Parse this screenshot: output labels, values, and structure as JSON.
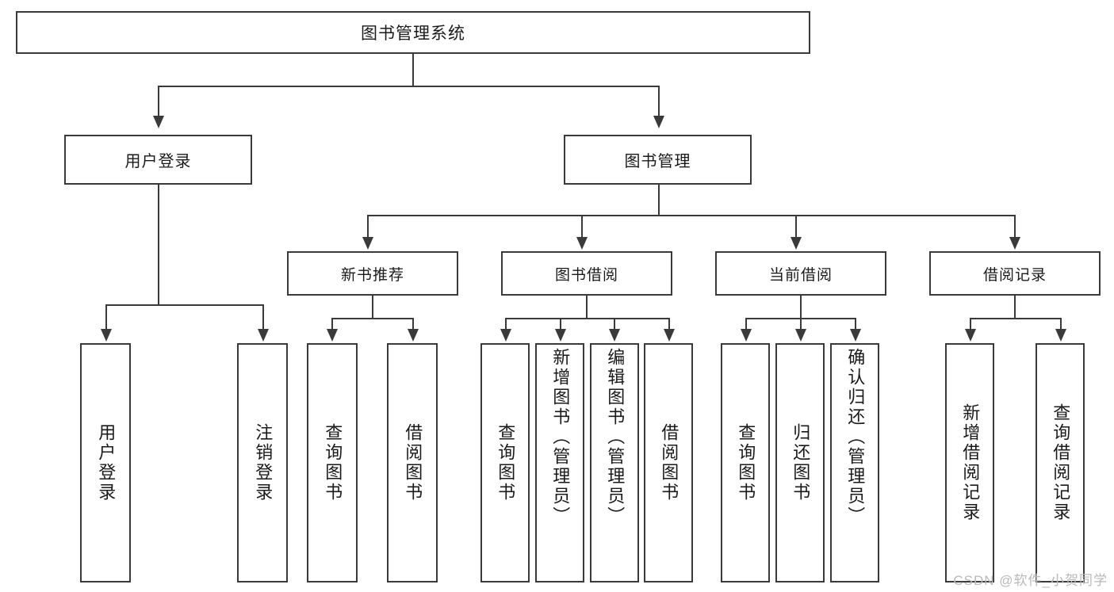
{
  "diagram": {
    "type": "tree",
    "title": "图书管理系统",
    "root": {
      "label": "图书管理系统"
    },
    "level1": [
      {
        "label": "用户登录"
      },
      {
        "label": "图书管理"
      }
    ],
    "level2": [
      {
        "label": "新书推荐"
      },
      {
        "label": "图书借阅"
      },
      {
        "label": "当前借阅"
      },
      {
        "label": "借阅记录"
      }
    ],
    "leaves": [
      {
        "label": "用户登录"
      },
      {
        "label": "注销登录"
      },
      {
        "label": "查询图书"
      },
      {
        "label": "借阅图书"
      },
      {
        "label": "查询图书"
      },
      {
        "label": "新增图书（管理员）"
      },
      {
        "label": "编辑图书（管理员）"
      },
      {
        "label": "借阅图书"
      },
      {
        "label": "查询图书"
      },
      {
        "label": "归还图书"
      },
      {
        "label": "确认归还（管理员）"
      },
      {
        "label": "新增借阅记录"
      },
      {
        "label": "查询借阅记录"
      }
    ]
  },
  "watermark": {
    "text": "CSDN @软件_小贺同学"
  },
  "colors": {
    "stroke": "#3a3a3a",
    "text": "#1a1a1a",
    "background": "#ffffff",
    "watermark": "#b9b9b9"
  }
}
